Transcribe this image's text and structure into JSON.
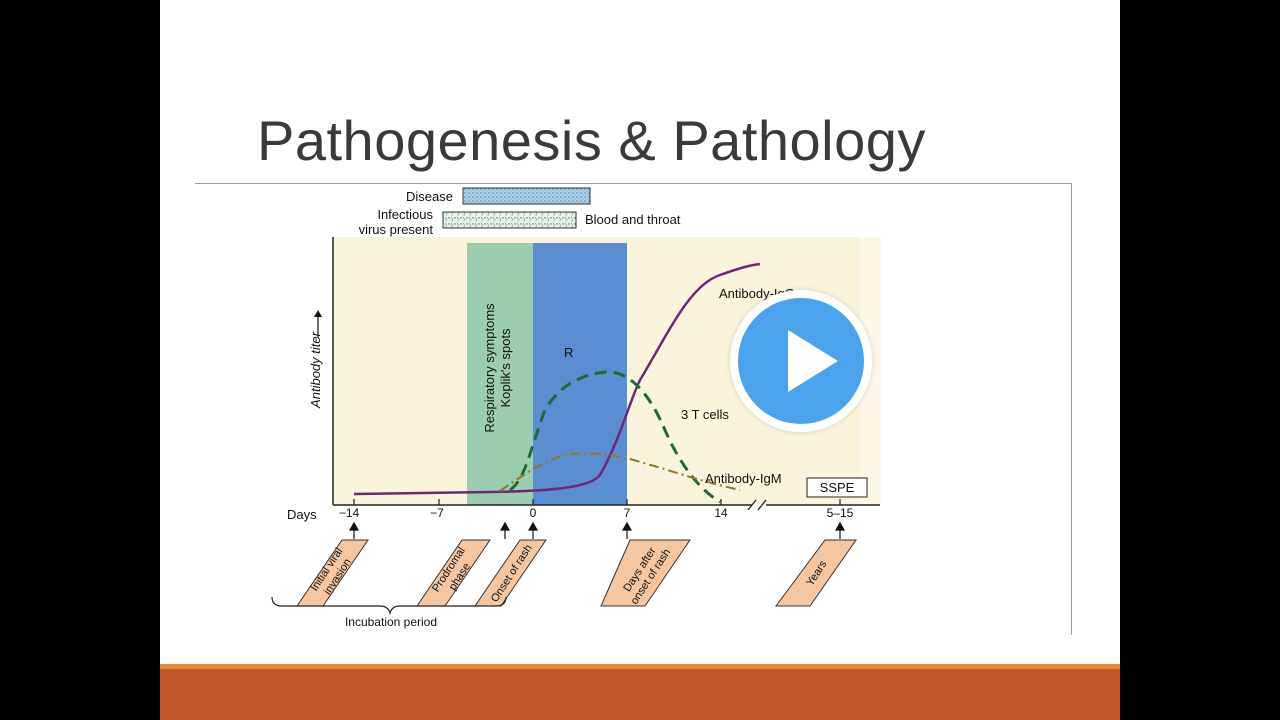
{
  "slide": {
    "title": "Pathogenesis & Pathology"
  },
  "figure": {
    "legend": {
      "disease": "Disease",
      "infectious_line1": "Infectious",
      "infectious_line2": "virus present",
      "blood_throat": "Blood and throat"
    },
    "ylabel": "Antibody titer",
    "days_label": "Days",
    "ticks": [
      "−14",
      "−7",
      "0",
      "7",
      "14",
      "5–15"
    ],
    "band_label_line1": "Respiratory symptoms",
    "band_label_line2": "Koplik's spots",
    "curve_labels": {
      "igg": "Antibody-IgG",
      "rash_partial": "R",
      "tcells_partial": "3 T cells",
      "igm": "Antibody-IgM"
    },
    "sspe": "SSPE",
    "events": [
      {
        "line1": "Initial viral",
        "line2": "invasion"
      },
      {
        "line1": "Prodromal",
        "line2": "phase"
      },
      {
        "line1": "Onset of rash",
        "line2": ""
      },
      {
        "line1": "Days after",
        "line2": "onset of rash"
      },
      {
        "line1": "Years",
        "line2": ""
      }
    ],
    "incubation": "Incubation period",
    "colors": {
      "background": "#fbf4dc",
      "green_band": "#9ccdb0",
      "blue_band": "#5b8ed1",
      "igg": "#6a2a78",
      "tcells": "#1d6b38",
      "igm": "#8c7a2a",
      "event_box": "#f5c6a0"
    }
  },
  "video": {
    "play_icon": "play-icon",
    "accent": "#4ba3ee"
  }
}
